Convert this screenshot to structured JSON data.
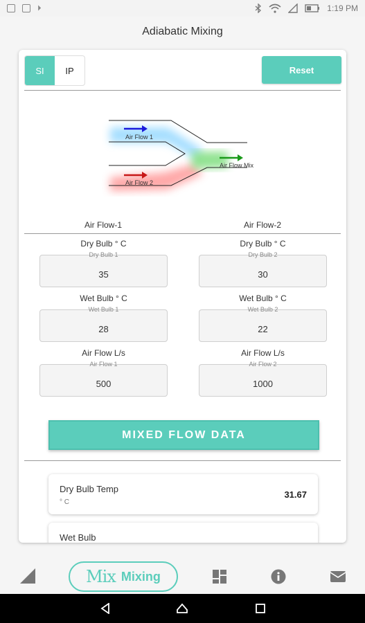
{
  "status_bar": {
    "time": "1:19 PM"
  },
  "app": {
    "title": "Adiabatic Mixing"
  },
  "toolbar": {
    "units": [
      "SI",
      "IP"
    ],
    "active_unit": "SI",
    "reset_label": "Reset"
  },
  "diagram": {
    "flow1_label": "Air Flow 1",
    "flow2_label": "Air Flow 2",
    "mix_label": "Air Flow Mix"
  },
  "columns": {
    "left_header": "Air Flow-1",
    "right_header": "Air Flow-2"
  },
  "inputs": {
    "left": [
      {
        "label": "Dry Bulb ° C",
        "hint": "Dry Bulb 1",
        "value": "35"
      },
      {
        "label": "Wet Bulb ° C",
        "hint": "Wet Bulb 1",
        "value": "28"
      },
      {
        "label": "Air Flow  L/s",
        "hint": "Air Flow 1",
        "value": "500"
      }
    ],
    "right": [
      {
        "label": "Dry Bulb ° C",
        "hint": "Dry Bulb 2",
        "value": "30"
      },
      {
        "label": "Wet Bulb ° C",
        "hint": "Wet Bulb 2",
        "value": "22"
      },
      {
        "label": "Air Flow  L/s",
        "hint": "Air Flow 2",
        "value": "1000"
      }
    ]
  },
  "mix_button": {
    "label": "MIXED FLOW DATA"
  },
  "results": [
    {
      "label": "Dry Bulb Temp",
      "unit": "° C",
      "value": "31.67"
    },
    {
      "label": "Wet Bulb",
      "unit": "",
      "value": ""
    }
  ],
  "bottom_nav": {
    "logo_text": "Mix",
    "active_label": "Mixing"
  },
  "colors": {
    "accent": "#5bcdbb",
    "flow1": "#1a1adc",
    "flow2": "#c81818",
    "mix": "#1a9a1a"
  }
}
